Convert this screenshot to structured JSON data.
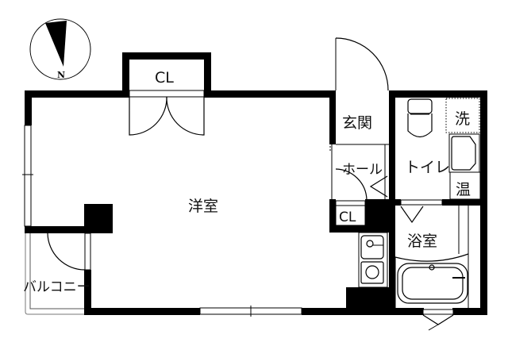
{
  "plan": {
    "compass": {
      "north_label": "N"
    },
    "rooms": {
      "western_room": "洋室",
      "closet_main": "CL",
      "entrance": "玄関",
      "laundry": "洗",
      "toilet": "トイレ",
      "hall": "ホール",
      "water_heater": "温",
      "closet_hall": "CL",
      "bathroom": "浴室",
      "balcony": "バルコニー"
    }
  }
}
